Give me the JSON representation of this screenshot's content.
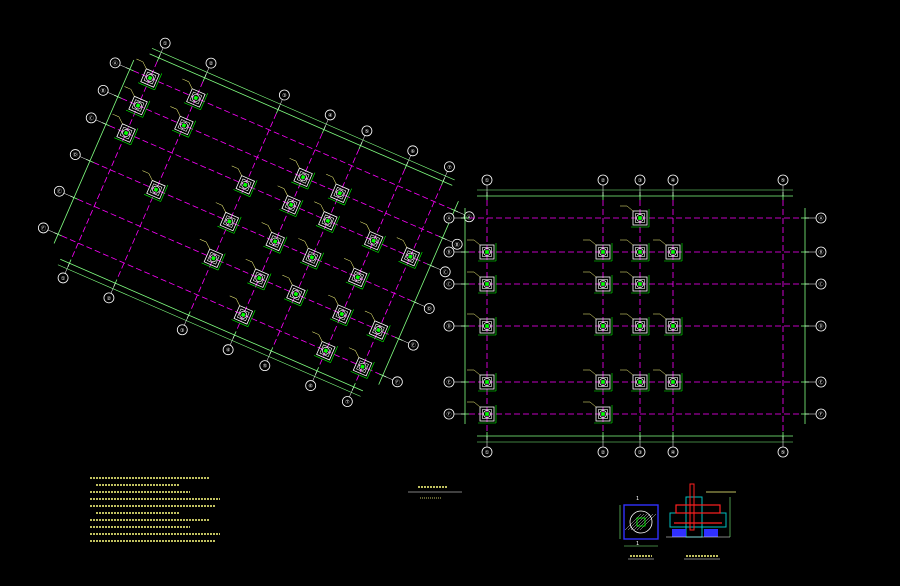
{
  "colors": {
    "background": "#000000",
    "axis": "#ff00ff",
    "dimension": "#80ff80",
    "bubble": "#ffffff",
    "footing": "#ffffff",
    "column": "#00ff00",
    "text": "#ffff80",
    "section_rebar": "#ff2020",
    "section_box": "#3030ff",
    "section_teal": "#00c0c0"
  },
  "plans": [
    {
      "id": "rotated",
      "rotation_deg": 23.5,
      "x_bubbles": [
        "①",
        "②",
        "③",
        "④",
        "⑤",
        "⑥",
        "⑦"
      ],
      "y_bubbles": [
        "Ⓐ",
        "Ⓑ",
        "Ⓒ",
        "Ⓓ",
        "Ⓔ",
        "Ⓕ"
      ],
      "footings": [
        [
          0,
          0
        ],
        [
          1,
          0
        ],
        [
          0,
          1
        ],
        [
          1,
          1
        ],
        [
          3,
          1
        ],
        [
          4,
          1
        ],
        [
          0,
          2
        ],
        [
          2,
          2
        ],
        [
          3,
          2
        ],
        [
          4,
          2
        ],
        [
          5,
          2
        ],
        [
          6,
          2
        ],
        [
          1,
          3
        ],
        [
          2,
          3
        ],
        [
          3,
          3
        ],
        [
          4,
          3
        ],
        [
          5,
          3
        ],
        [
          2,
          4
        ],
        [
          3,
          4
        ],
        [
          4,
          4
        ],
        [
          5,
          4
        ],
        [
          6,
          4
        ],
        [
          3,
          5
        ],
        [
          5,
          5
        ],
        [
          6,
          5
        ]
      ]
    },
    {
      "id": "upright",
      "rotation_deg": 0,
      "x_bubbles": [
        "①",
        "②",
        "③",
        "④",
        "⑤"
      ],
      "y_bubbles": [
        "Ⓐ",
        "Ⓑ",
        "Ⓒ",
        "Ⓓ",
        "Ⓔ",
        "Ⓕ"
      ],
      "footings": [
        [
          2,
          0
        ],
        [
          0,
          1
        ],
        [
          1,
          1
        ],
        [
          2,
          1
        ],
        [
          3,
          1
        ],
        [
          0,
          2
        ],
        [
          1,
          2
        ],
        [
          2,
          2
        ],
        [
          0,
          3
        ],
        [
          1,
          3
        ],
        [
          2,
          3
        ],
        [
          3,
          3
        ],
        [
          0,
          4
        ],
        [
          1,
          4
        ],
        [
          2,
          4
        ],
        [
          3,
          4
        ],
        [
          0,
          5
        ],
        [
          1,
          5
        ]
      ]
    }
  ],
  "notes_lines": 10,
  "section_marks": [
    "1",
    "1"
  ]
}
